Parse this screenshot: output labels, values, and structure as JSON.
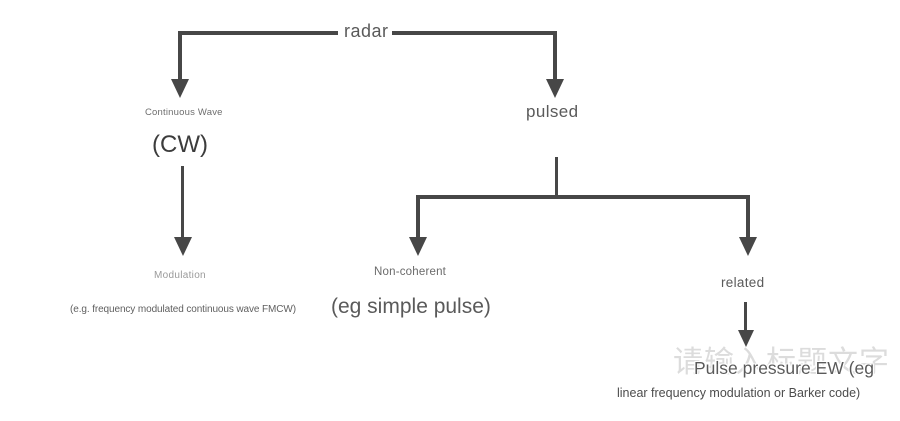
{
  "diagram": {
    "type": "tree-flowchart",
    "colors": {
      "background": "#ffffff",
      "connector": "#474747",
      "text_dark": "#3c3c3c",
      "text_medium": "#5a5a5a",
      "text_light": "#9a9a9a",
      "watermark": "#dcdcdc"
    },
    "nodes": {
      "root": {
        "label": "radar"
      },
      "cw": {
        "sublabel": "Continuous Wave",
        "label": "(CW)"
      },
      "modulation": {
        "label": "Modulation",
        "note": "(e.g. frequency modulated continuous wave FMCW)"
      },
      "pulsed": {
        "label": "pulsed"
      },
      "non_coherent": {
        "label": "Non-coherent",
        "note": "(eg simple pulse)"
      },
      "related": {
        "label": "related"
      },
      "pulse_pressure": {
        "label": "Pulse pressure EW (eg",
        "note": "linear frequency modulation or Barker code)"
      },
      "watermark": {
        "label": "请输入标题文字"
      }
    },
    "edges": [
      "radar -> Continuous Wave (CW)",
      "radar -> pulsed",
      "(CW) -> Modulation",
      "pulsed -> Non-coherent",
      "pulsed -> related",
      "related -> Pulse pressure EW"
    ]
  }
}
